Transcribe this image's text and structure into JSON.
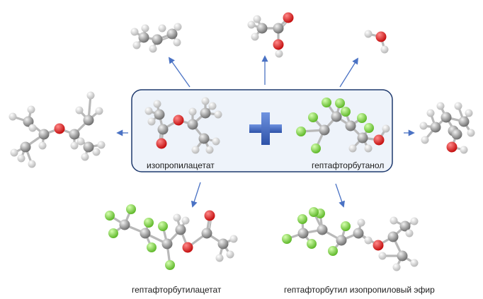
{
  "colors": {
    "carbon": "#8e8e8e",
    "hydrogen": "#ececec",
    "oxygen": "#e01c1c",
    "fluorine": "#8ee04a",
    "bond": "#b9b9b9",
    "arrow": "#4a72c4",
    "box_fill": "#eef3fa",
    "box_border": "#1f3a6e",
    "plus": "#3f66c2"
  },
  "reactants": {
    "left_label": "изопропилацетат",
    "right_label": "гептафторбутанол",
    "operator_icon": "plus-icon"
  },
  "products": {
    "bottom_left_label": "гептафторбутилацетат",
    "bottom_right_label": "гептафторбутил изопропиловый эфир"
  }
}
